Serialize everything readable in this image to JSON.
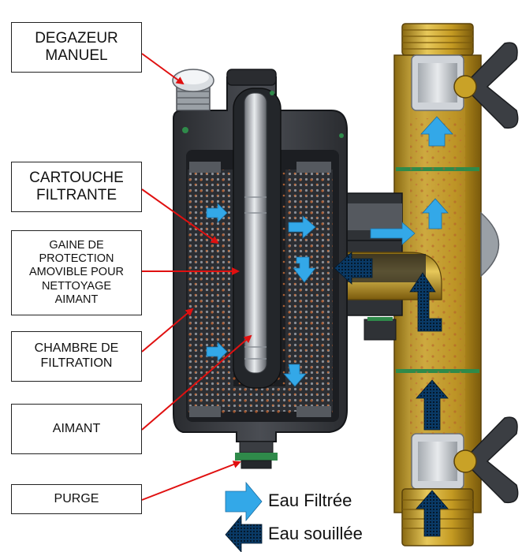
{
  "labels": {
    "degazeur": [
      "DEGAZEUR",
      "MANUEL"
    ],
    "cartouche": [
      "CARTOUCHE",
      "FILTRANTE"
    ],
    "gaine": [
      "GAINE DE",
      "PROTECTION",
      "AMOVIBLE POUR",
      "NETTOYAGE",
      "AIMANT"
    ],
    "chambre": [
      "CHAMBRE DE",
      "FILTRATION"
    ],
    "aimant": "AIMANT",
    "purge": "PURGE"
  },
  "legend": {
    "filtered": "Eau Filtrée",
    "dirty": "Eau souillée"
  },
  "colors": {
    "leader_red": "#e01010",
    "filtered_blue": "#33a8e8",
    "dirty_blue": "#0a3a66",
    "body_dark": "#3a3d42",
    "brass": "#c9a227"
  }
}
